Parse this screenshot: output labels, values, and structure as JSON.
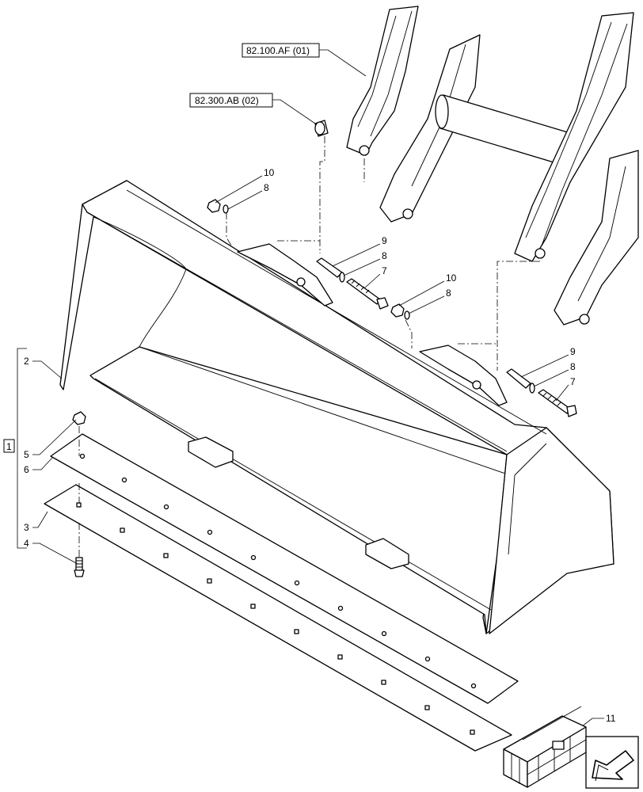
{
  "references": [
    {
      "id": "ref-82-100-af",
      "label": "82.100.AF (01)"
    },
    {
      "id": "ref-82-300-ab",
      "label": "82.300.AB (02)"
    }
  ],
  "assembly_box": {
    "label": "1"
  },
  "callouts": {
    "c2": "2",
    "c5": "5",
    "c6": "6",
    "c3": "3",
    "c4": "4",
    "c10a": "10",
    "c8a": "8",
    "c9a": "9",
    "c8b": "8",
    "c7a": "7",
    "c10b": "10",
    "c8c": "8",
    "c9b": "9",
    "c8d": "8",
    "c7b": "7",
    "c11": "11"
  },
  "nav_icon": "next-page-arrow-icon"
}
